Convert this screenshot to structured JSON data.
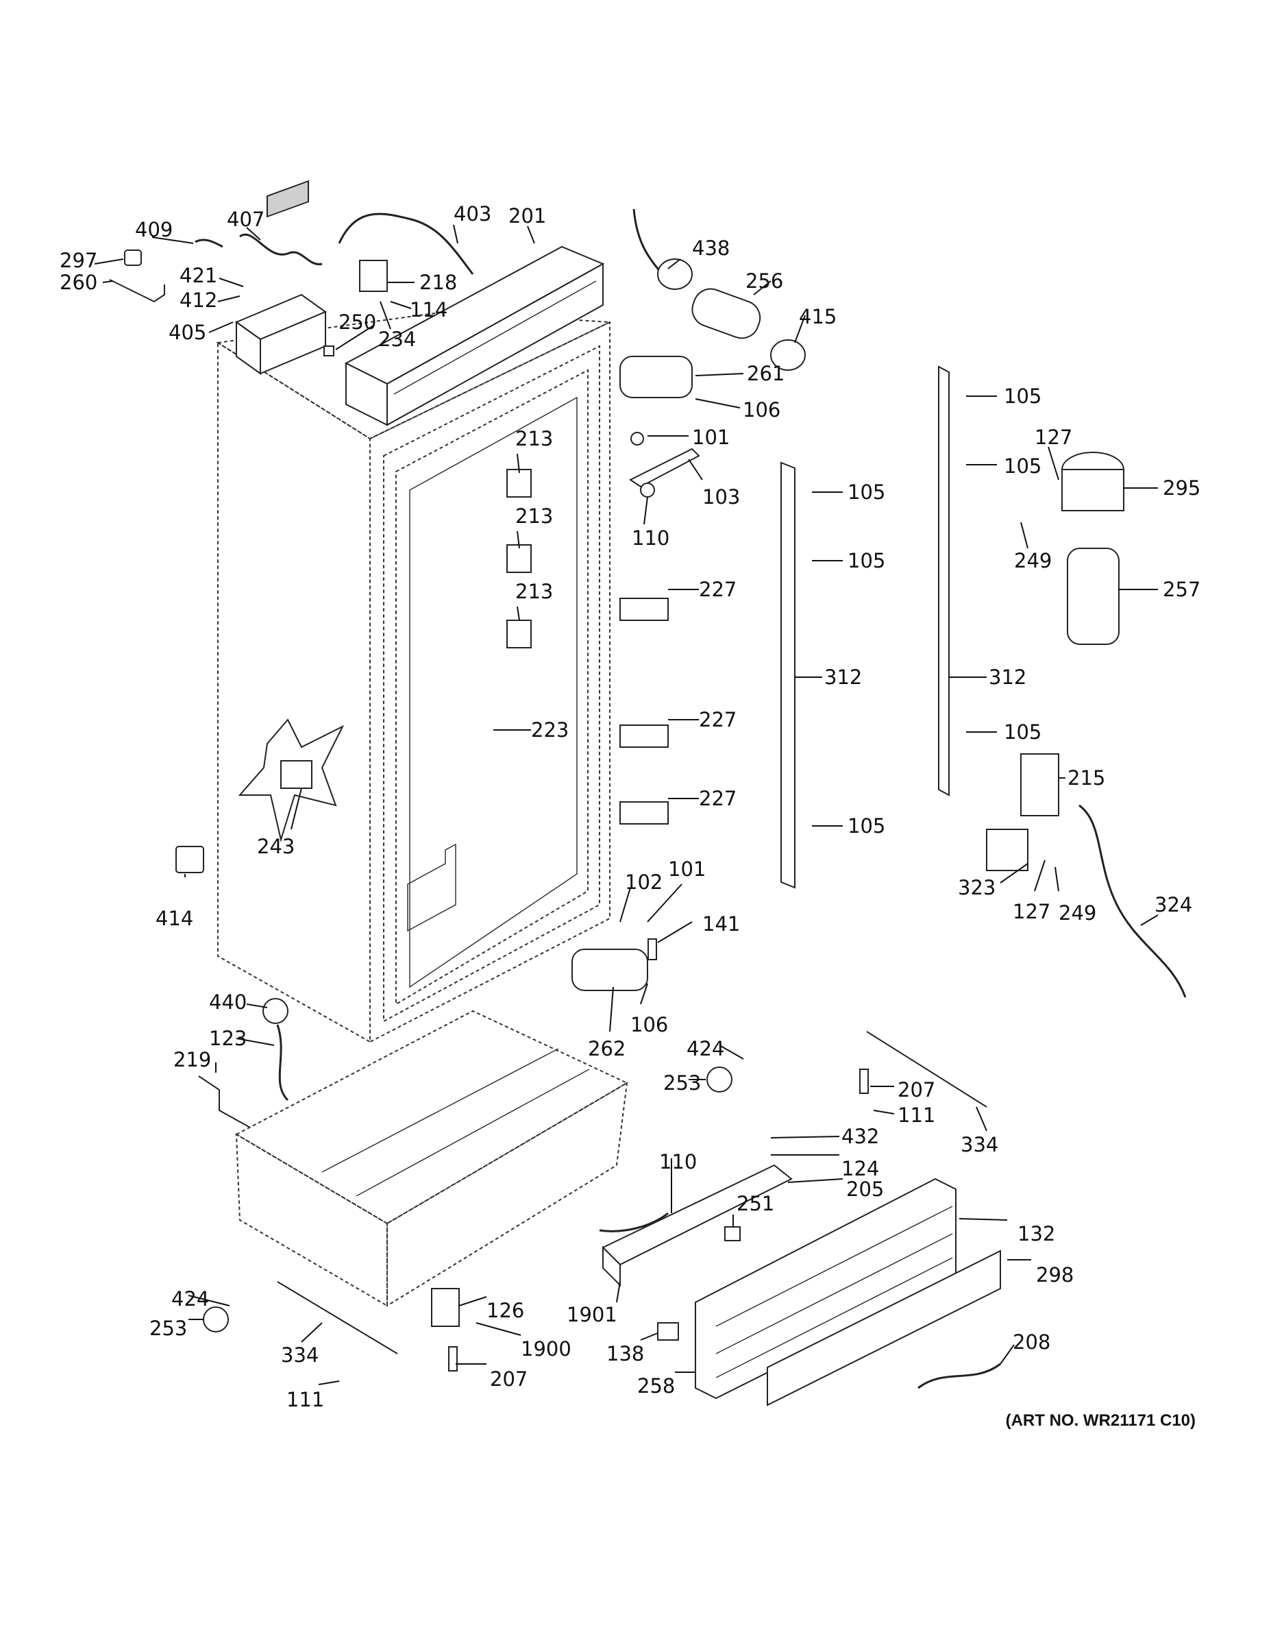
{
  "art_number": "(ART NO. WR21171 C10)",
  "callouts": [
    {
      "id": "409"
    },
    {
      "id": "407"
    },
    {
      "id": "403"
    },
    {
      "id": "201"
    },
    {
      "id": "438"
    },
    {
      "id": "297"
    },
    {
      "id": "260"
    },
    {
      "id": "421"
    },
    {
      "id": "412"
    },
    {
      "id": "405"
    },
    {
      "id": "218"
    },
    {
      "id": "114"
    },
    {
      "id": "250"
    },
    {
      "id": "234"
    },
    {
      "id": "256"
    },
    {
      "id": "415"
    },
    {
      "id": "261"
    },
    {
      "id": "106"
    },
    {
      "id": "105"
    },
    {
      "id": "101"
    },
    {
      "id": "127"
    },
    {
      "id": "213"
    },
    {
      "id": "103"
    },
    {
      "id": "295"
    },
    {
      "id": "110"
    },
    {
      "id": "249"
    },
    {
      "id": "227"
    },
    {
      "id": "257"
    },
    {
      "id": "312"
    },
    {
      "id": "223"
    },
    {
      "id": "215"
    },
    {
      "id": "243"
    },
    {
      "id": "102"
    },
    {
      "id": "323"
    },
    {
      "id": "414"
    },
    {
      "id": "141"
    },
    {
      "id": "324"
    },
    {
      "id": "440"
    },
    {
      "id": "262"
    },
    {
      "id": "123"
    },
    {
      "id": "219"
    },
    {
      "id": "424"
    },
    {
      "id": "253"
    },
    {
      "id": "207"
    },
    {
      "id": "111"
    },
    {
      "id": "334"
    },
    {
      "id": "432"
    },
    {
      "id": "124"
    },
    {
      "id": "205"
    },
    {
      "id": "251"
    },
    {
      "id": "132"
    },
    {
      "id": "298"
    },
    {
      "id": "126"
    },
    {
      "id": "1900"
    },
    {
      "id": "1901"
    },
    {
      "id": "138"
    },
    {
      "id": "208"
    },
    {
      "id": "258"
    }
  ],
  "icons": [
    "exploded-parts-diagram"
  ]
}
